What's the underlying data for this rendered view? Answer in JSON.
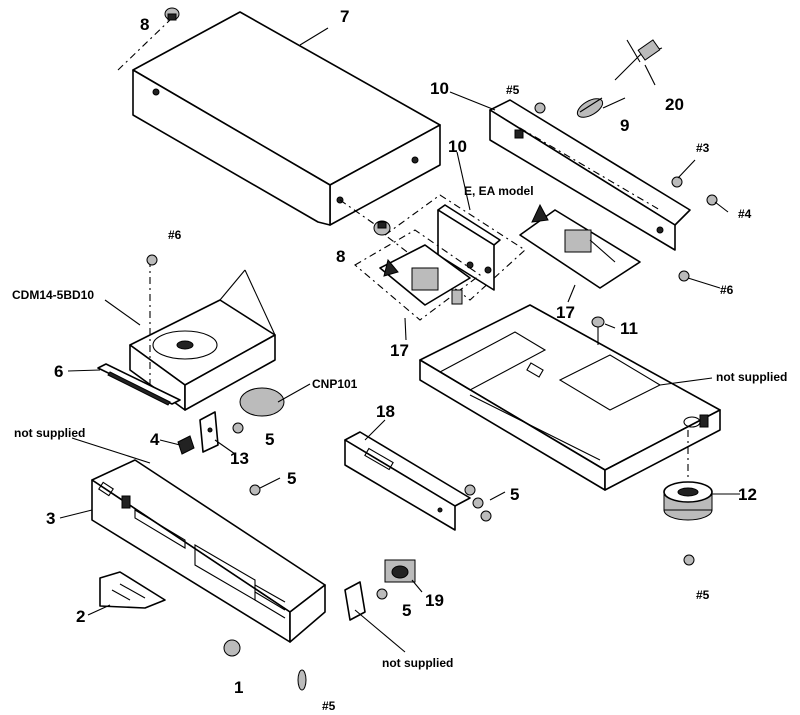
{
  "labels": {
    "n1": "1",
    "n2": "2",
    "n3": "3",
    "n4": "4",
    "n5a": "5",
    "n5b": "5",
    "n5c": "5",
    "n5d": "5",
    "n6": "6",
    "n7": "7",
    "n8a": "8",
    "n8b": "8",
    "n9": "9",
    "n10a": "10",
    "n10b": "10",
    "n11": "11",
    "n12": "12",
    "n13": "13",
    "n17a": "17",
    "n17b": "17",
    "n18": "18",
    "n19": "19",
    "n20": "20",
    "s3": "#3",
    "s4": "#4",
    "s5a": "#5",
    "s5b": "#5",
    "s5c": "#5",
    "s6a": "#6",
    "s6b": "#6",
    "cdm": "CDM14-5BD10",
    "cnp": "CNP101",
    "model": "E, EA model",
    "ns1": "not supplied",
    "ns2": "not supplied",
    "ns3": "not supplied"
  }
}
